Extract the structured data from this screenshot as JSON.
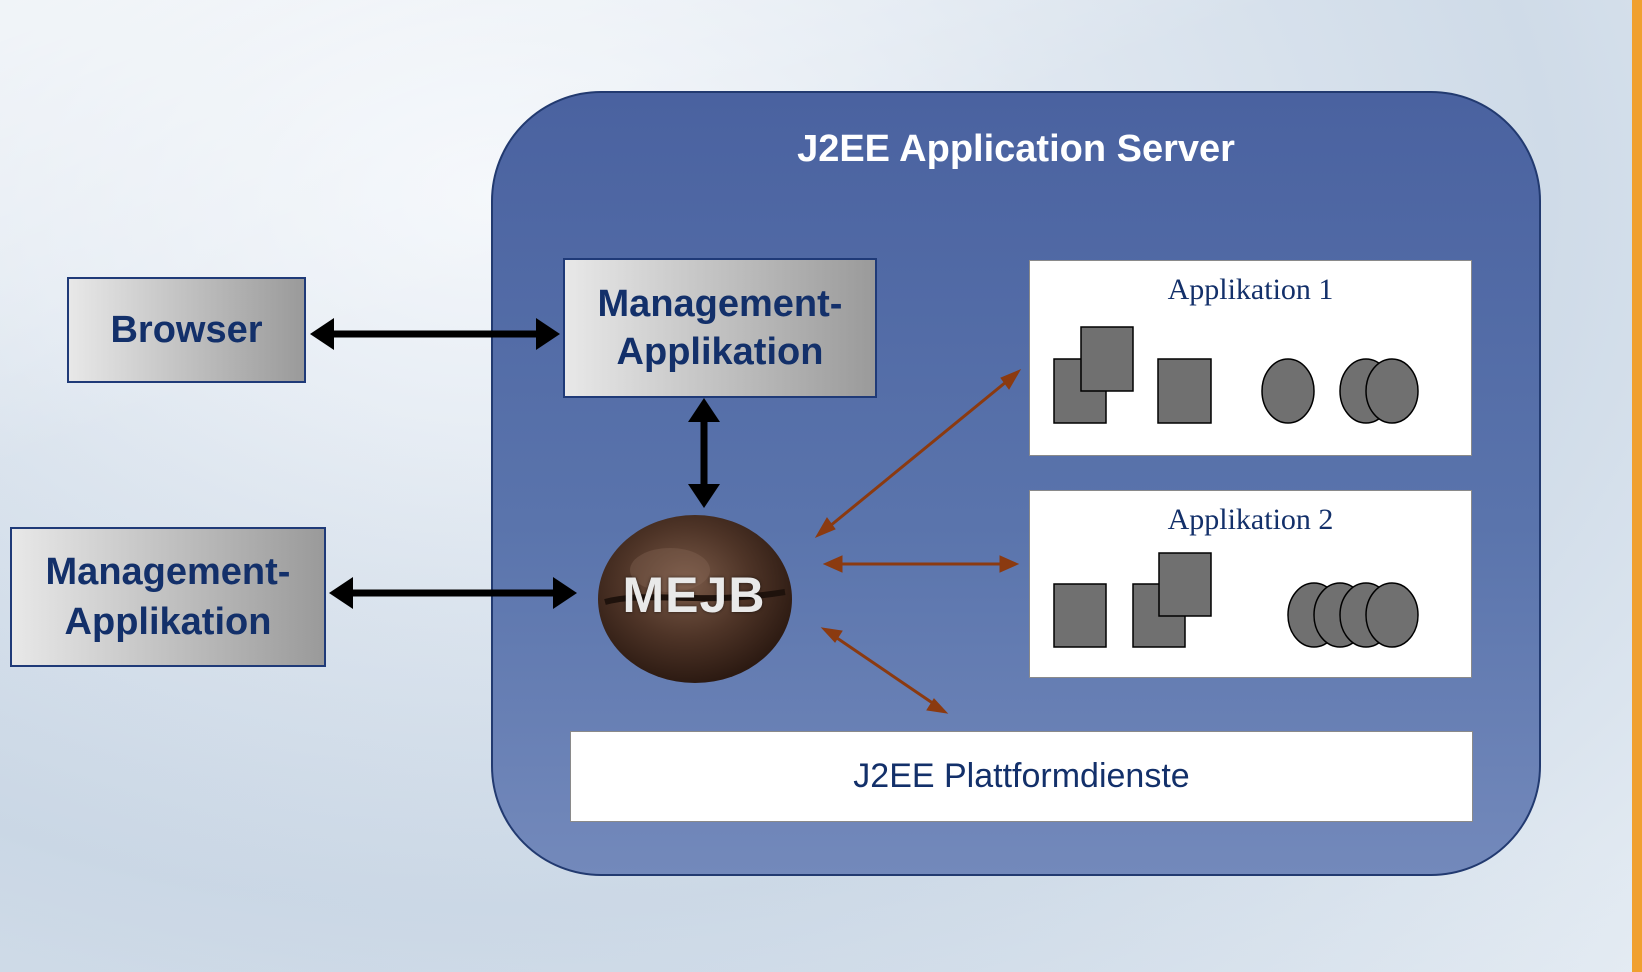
{
  "server": {
    "title": "J2EE Application Server"
  },
  "browser": {
    "label": "Browser"
  },
  "management_internal": {
    "line1": "Management-",
    "line2": "Applikation"
  },
  "management_external": {
    "line1": "Management-",
    "line2": "Applikation"
  },
  "mejb": {
    "label": "MEJB"
  },
  "app1": {
    "label": "Applikation 1"
  },
  "app2": {
    "label": "Applikation 2"
  },
  "platform": {
    "label": "J2EE Plattformdienste"
  },
  "colors": {
    "server_fill": "#4a62a0",
    "label_text": "#13306a",
    "arrow_black": "#000000",
    "arrow_brown": "#8b3a10",
    "component_gray": "#707070",
    "accent_edge": "#f0a030"
  }
}
